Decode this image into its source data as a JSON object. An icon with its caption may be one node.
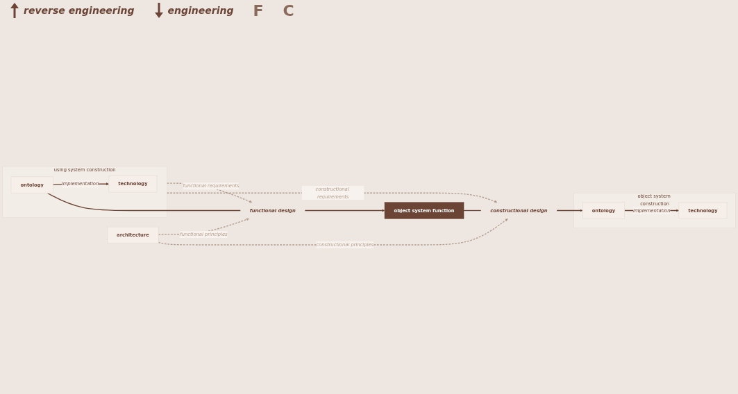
{
  "diagram": {
    "nodes": [
      {
        "text": [
          "using system construction"
        ]
      },
      {
        "text": [
          "ontology"
        ],
        "in": 0
      },
      {
        "text": [
          "technology"
        ],
        "in": 0
      },
      {
        "text": [
          "architecture"
        ]
      },
      {
        "text": [
          "functional design"
        ]
      },
      {
        "text": [
          "object system function"
        ]
      },
      {
        "text": [
          "constructional design"
        ]
      },
      {
        "text": [
          "object system construction"
        ]
      },
      {
        "text": [
          "ontology"
        ],
        "in": 7
      },
      {
        "text": [
          "technology"
        ],
        "in": 7
      }
    ],
    "edges": [
      {
        "from": 1,
        "to": 2,
        "arrow": "to",
        "label": "implementation"
      },
      {
        "from": 1,
        "to": 4,
        "arrow": "none"
      },
      {
        "from": 4,
        "to": 5,
        "arrow": "to"
      },
      {
        "from": 5,
        "to": 6,
        "arrow": "none"
      },
      {
        "from": 6,
        "to": 8,
        "arrow": "to"
      },
      {
        "from": 8,
        "to": 9,
        "arrow": "to",
        "label": "implementation"
      },
      {
        "from": 3,
        "to": 4,
        "arrow": "to",
        "label": "functional principles",
        "style": "dashed",
        "color": "#b39d8c"
      },
      {
        "from": 3,
        "to": 6,
        "arrow": "to",
        "label": "constructional principles",
        "style": "dashed",
        "color": "#b39d8c"
      },
      {
        "from": 0,
        "to": 4,
        "arrow": "to",
        "label": "functional requirements",
        "style": "dashed",
        "color": "#b39d8c"
      },
      {
        "from": 0,
        "to": 6,
        "arrow": "to",
        "label": "constructional requirements",
        "style": "dashed",
        "color": "#b39d8c"
      }
    ],
    "labels": [
      "reverse engineering",
      "engineering",
      "F",
      "C"
    ]
  }
}
